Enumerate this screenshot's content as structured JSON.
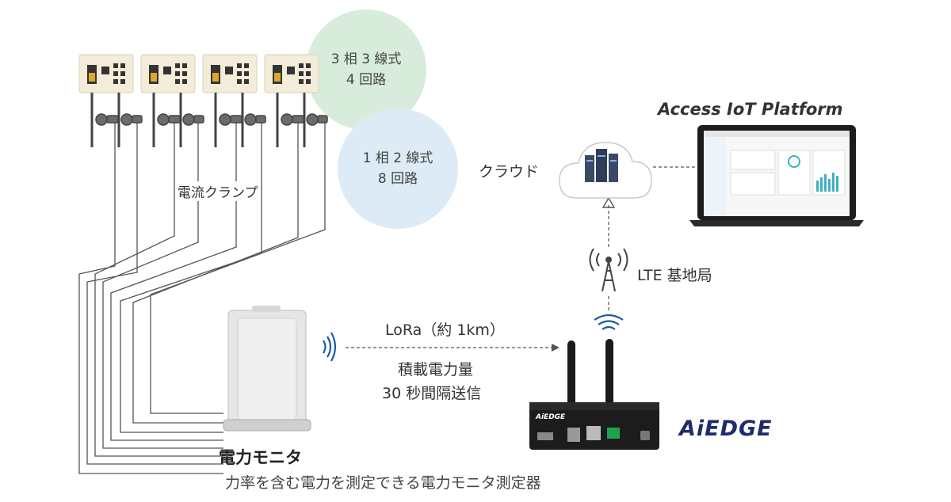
{
  "bubbles": {
    "three_phase": {
      "line1": "3 相 3 線式",
      "line2": "4 回路"
    },
    "single_phase": {
      "line1": "1 相 2 線式",
      "line2": "8 回路"
    }
  },
  "labels": {
    "clamp": "電流クランプ",
    "cloud": "クラウド",
    "platform": "Access IoT Platform",
    "lte": "LTE 基地局",
    "lora": "LoRa（約 1km）",
    "payload_line1": "積載電力量",
    "payload_line2": "30 秒間隔送信",
    "device_name": "電力モニタ",
    "device_desc": "力率を含む電力を測定できる電力モニタ測定器",
    "aiedge_logo": "AiEDGE",
    "gateway_brand": "AiEDGE"
  },
  "colors": {
    "bubble_green": "#d8ecdb",
    "bubble_blue": "#dcebf5",
    "wire": "#555555",
    "signal_blue": "#1f5aa6",
    "logo_navy": "#1f2c6b"
  }
}
